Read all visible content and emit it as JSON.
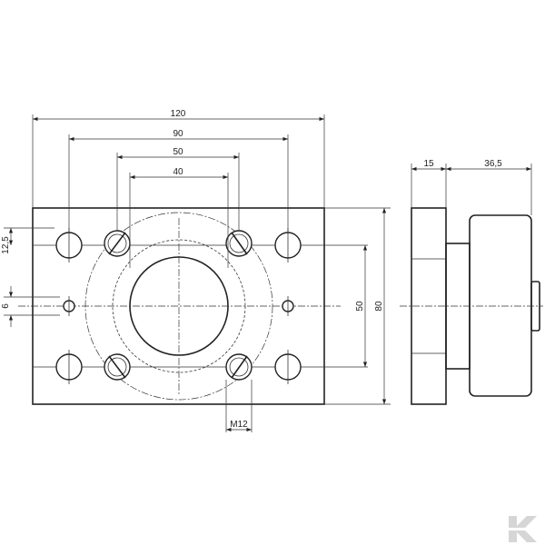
{
  "drawing": {
    "dimensions": {
      "overall_width": "120",
      "outer_hole_spacing": "90",
      "inner_hole_spacing_top": "50",
      "bore_width": "40",
      "side_thickness": "15",
      "side_housing_depth": "36,5",
      "hole_offset_top": "12,5",
      "small_hole_dia": "6",
      "vertical_hole_spacing": "50",
      "overall_height": "80",
      "thread": "M12"
    }
  },
  "logo": {
    "name": "brand-logo",
    "icon": "k-logo-icon",
    "color": "#d6d6d6"
  }
}
